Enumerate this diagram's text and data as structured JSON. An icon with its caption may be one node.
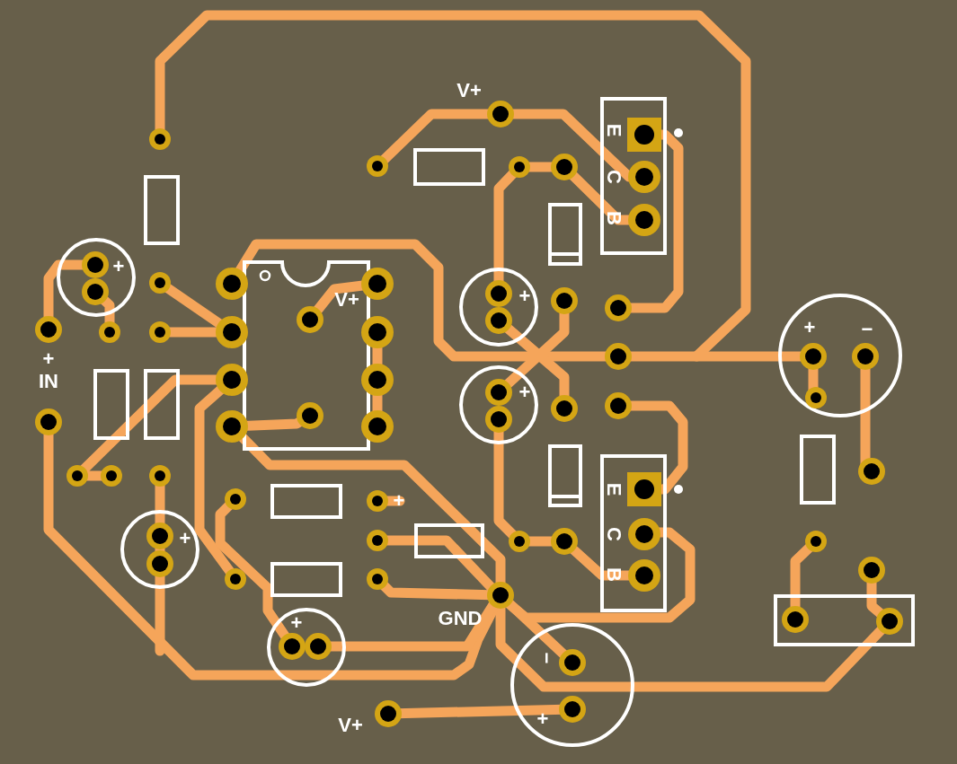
{
  "diagram": {
    "labels": [
      "V+",
      "E",
      "C",
      "+",
      "B",
      "V+",
      "+",
      "+",
      "−",
      "+",
      "IN",
      "+",
      "E",
      "+",
      "C",
      "+",
      "B",
      "+",
      "GND",
      "−",
      "+",
      "V+"
    ]
  }
}
